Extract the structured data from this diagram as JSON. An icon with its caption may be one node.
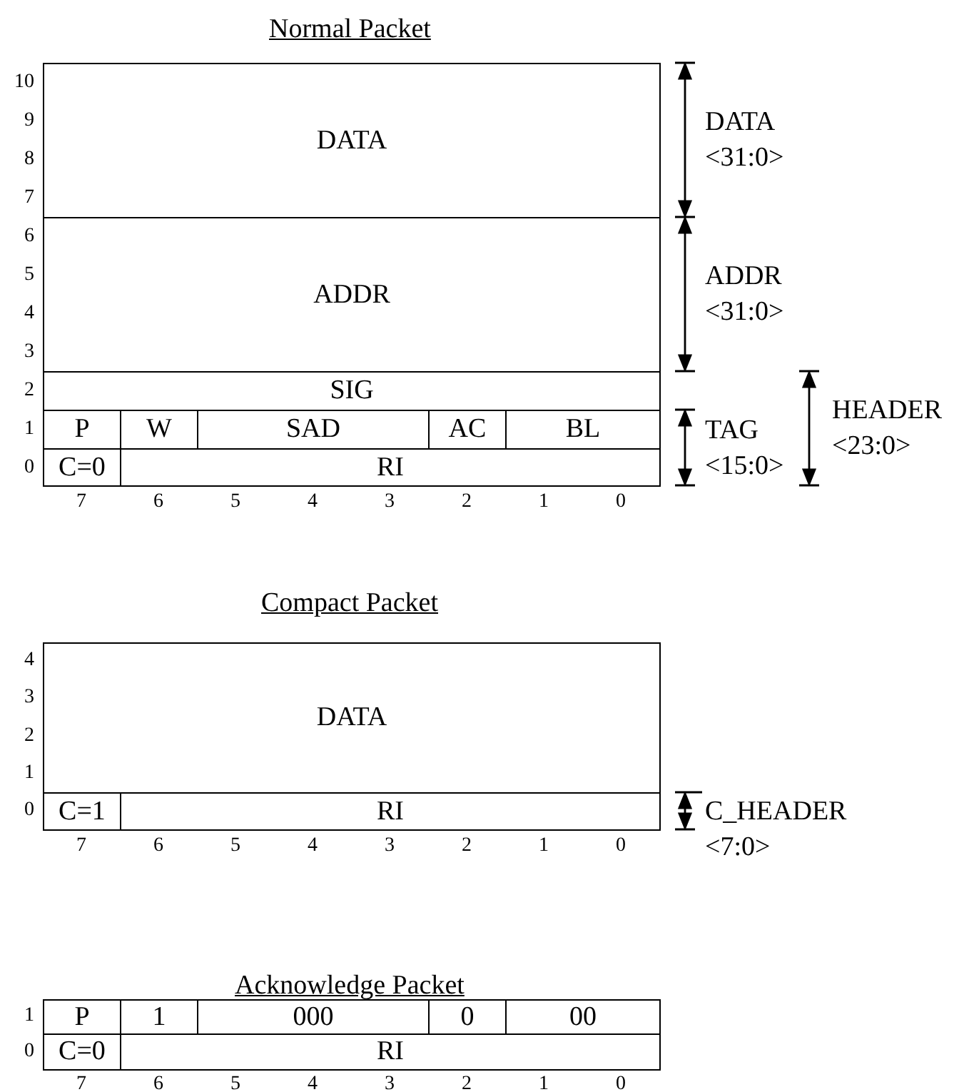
{
  "diagram": {
    "nodes": [
      {
        "text": [
          "DATA"
        ]
      },
      {
        "text": [
          "ADDR"
        ]
      },
      {
        "text": [
          "SIG"
        ]
      },
      {
        "text": [
          "P"
        ]
      },
      {
        "text": [
          "W"
        ]
      },
      {
        "text": [
          "SAD"
        ]
      },
      {
        "text": [
          "AC"
        ]
      },
      {
        "text": [
          "BL"
        ]
      },
      {
        "text": [
          "C=0"
        ]
      },
      {
        "text": [
          "RI"
        ]
      },
      {
        "text": [
          "DATA"
        ]
      },
      {
        "text": [
          "C=1"
        ]
      },
      {
        "text": [
          "RI"
        ]
      },
      {
        "text": [
          "P"
        ]
      },
      {
        "text": [
          "1"
        ]
      },
      {
        "text": [
          "000"
        ]
      },
      {
        "text": [
          "0"
        ]
      },
      {
        "text": [
          "00"
        ]
      },
      {
        "text": [
          "C=0"
        ]
      },
      {
        "text": [
          "RI"
        ]
      }
    ],
    "edges": [],
    "labels": [
      "Normal Packet",
      "10",
      "9",
      "8",
      "7",
      "6",
      "5",
      "4",
      "3",
      "2",
      "1",
      "0",
      "DATA <31:0>",
      "ADDR <31:0>",
      "TAG <15:0>",
      "HEADER <23:0>",
      "7",
      "6",
      "5",
      "4",
      "3",
      "2",
      "1",
      "0",
      "Compact Packet",
      "4",
      "3",
      "2",
      "1",
      "0",
      "C_HEADER <7:0>",
      "7",
      "6",
      "5",
      "4",
      "3",
      "2",
      "1",
      "0",
      "Acknowledge Packet",
      "1",
      "0",
      "7",
      "6",
      "5",
      "4",
      "3",
      "2",
      "1",
      "0"
    ]
  }
}
